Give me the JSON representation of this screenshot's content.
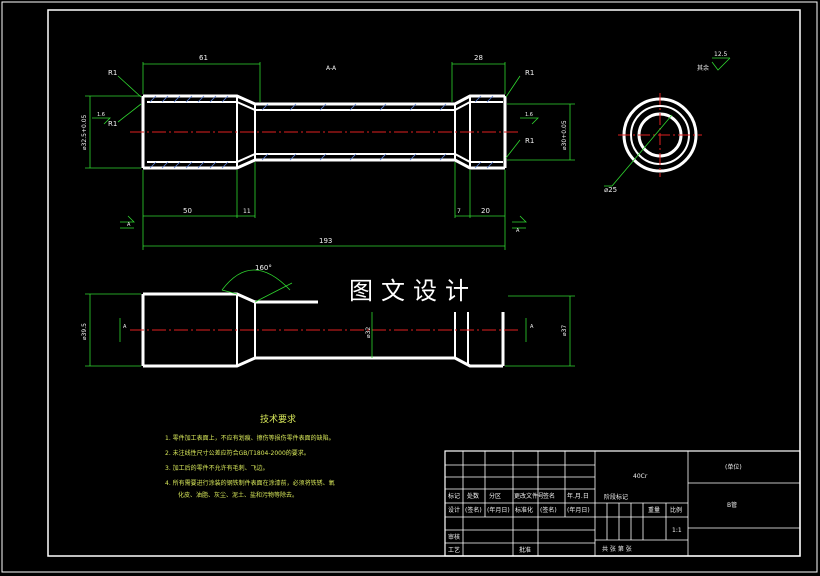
{
  "watermark": "图文设计",
  "section_label": "A-A",
  "roughness_note": "其余",
  "roughness_value": "12.5",
  "top_view": {
    "dims": {
      "left_length": "61",
      "right_length": "28",
      "total_length": "193",
      "left_seg": "50",
      "left_taper": "11",
      "right_taper": "7",
      "right_seg": "20",
      "left_radius_top": "R1",
      "left_radius_bottom": "R1",
      "right_radius_top": "R1",
      "right_radius_bottom": "R1",
      "left_diameter": "⌀32.5+0.05",
      "right_diameter": "⌀30+0.05",
      "left_roughness": "1.6",
      "right_roughness": "1.6"
    },
    "datum_left": "A",
    "datum_right": "A",
    "left_tol": "⊥",
    "right_tol": "⊥"
  },
  "side_view": {
    "diameter": "⌀25"
  },
  "bottom_view": {
    "left_diameter": "⌀39.5",
    "mid_diameter": "⌀32",
    "right_diameter": "⌀37",
    "angle": "160°",
    "datum_left": "A",
    "datum_right": "A"
  },
  "tech_req": {
    "title": "技术要求",
    "items": [
      "1. 零件加工表面上，不应有划痕、擦伤等损伤零件表面的缺陷。",
      "2. 未注线性尺寸公差应符合GB/T1804-2000的要求。",
      "3. 加工后的零件不允许有毛刺、飞边。",
      "4. 所有需要进行涂装的钢铁制件表面在涂漆前，必须将铁锈、氧",
      "化皮、油脂、灰尘、泥土、盐和污物等除去。"
    ]
  },
  "title_block": {
    "material": "40Cr",
    "company": "(单位)",
    "part_name": "B管",
    "scale_label": "比例",
    "scale": "1:1",
    "weight_label": "重量",
    "row_labels": [
      "标记",
      "处数",
      "分区",
      "更改文件号",
      "签名",
      "年.月.日"
    ],
    "design_row": [
      "设计",
      "(签名)",
      "(年月日)",
      "标准化",
      "(签名)",
      "(年月日)"
    ],
    "stage_label": "阶段标记",
    "review": "审核",
    "process": "工艺",
    "approve": "批准",
    "sheet_info": "共  张  第  张"
  }
}
